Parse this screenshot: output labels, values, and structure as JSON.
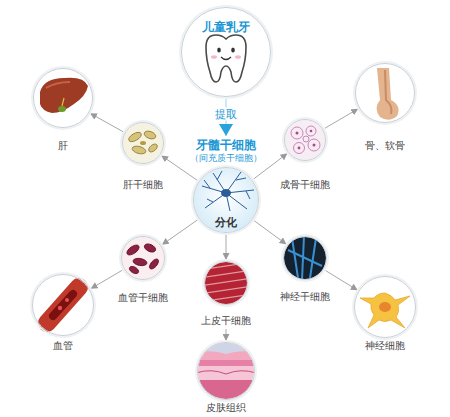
{
  "diagram": {
    "nodes": [
      {
        "text": [
          "儿童乳牙"
        ]
      },
      {
        "text": [
          "牙髓干细胞",
          "（间充质干细胞）",
          "分化"
        ]
      },
      {
        "text": [
          "肝干细胞"
        ]
      },
      {
        "text": [
          "肝"
        ]
      },
      {
        "text": [
          "成骨干细胞"
        ]
      },
      {
        "text": [
          "骨、软骨"
        ]
      },
      {
        "text": [
          "血管干细胞"
        ]
      },
      {
        "text": [
          "血管"
        ]
      },
      {
        "text": [
          "上皮干细胞"
        ]
      },
      {
        "text": [
          "皮肤组织"
        ]
      },
      {
        "text": [
          "神经干细胞"
        ]
      },
      {
        "text": [
          "神经细胞"
        ]
      }
    ],
    "edges": [
      {
        "from": 0,
        "to": 1,
        "label": "提取",
        "arrow": "to"
      },
      {
        "from": 1,
        "to": 2,
        "arrow": "to"
      },
      {
        "from": 2,
        "to": 3,
        "arrow": "to"
      },
      {
        "from": 1,
        "to": 4,
        "arrow": "to"
      },
      {
        "from": 4,
        "to": 5,
        "arrow": "to"
      },
      {
        "from": 1,
        "to": 6,
        "arrow": "to"
      },
      {
        "from": 6,
        "to": 7,
        "arrow": "to"
      },
      {
        "from": 1,
        "to": 8,
        "arrow": "to"
      },
      {
        "from": 8,
        "to": 9,
        "arrow": "to"
      },
      {
        "from": 1,
        "to": 10,
        "arrow": "to"
      },
      {
        "from": 10,
        "to": 11,
        "arrow": "to"
      }
    ]
  }
}
